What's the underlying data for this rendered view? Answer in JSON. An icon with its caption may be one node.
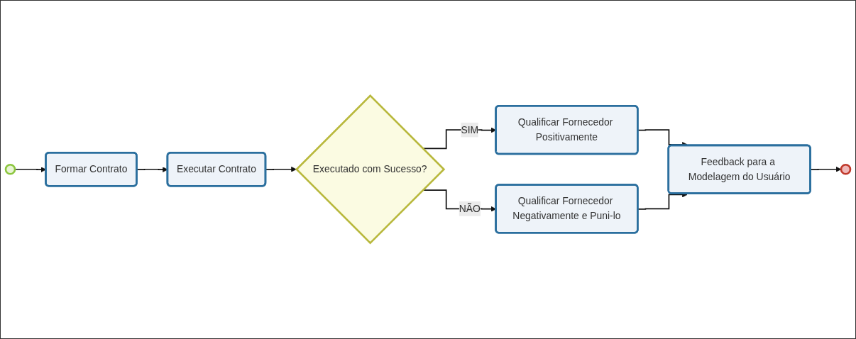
{
  "diagram": {
    "nodes": [
      {
        "text": [],
        "shape": "circle"
      },
      {
        "text": [
          "Formar Contrato"
        ]
      },
      {
        "text": [
          "Executar Contrato"
        ]
      },
      {
        "text": [
          "Executado com Sucesso?"
        ]
      },
      {
        "text": [
          "Qualificar Fornecedor Positivamente"
        ]
      },
      {
        "text": [
          "Qualificar Fornecedor Negativamente e Puni-lo"
        ]
      },
      {
        "text": [
          "Feedback para a Modelagem do Usuário"
        ]
      },
      {
        "text": [],
        "shape": "circle"
      }
    ],
    "edges": [
      {
        "from": 0,
        "to": 1,
        "arrow": "to"
      },
      {
        "from": 1,
        "to": 2,
        "arrow": "to"
      },
      {
        "from": 2,
        "to": 3,
        "arrow": "to"
      },
      {
        "from": 3,
        "to": 4,
        "arrow": "to",
        "label": "SIM"
      },
      {
        "from": 3,
        "to": 5,
        "arrow": "to",
        "label": "NÃO"
      },
      {
        "from": 4,
        "to": 6,
        "arrow": "to"
      },
      {
        "from": 5,
        "to": 6,
        "arrow": "to"
      },
      {
        "from": 6,
        "to": 7,
        "arrow": "to"
      }
    ]
  }
}
